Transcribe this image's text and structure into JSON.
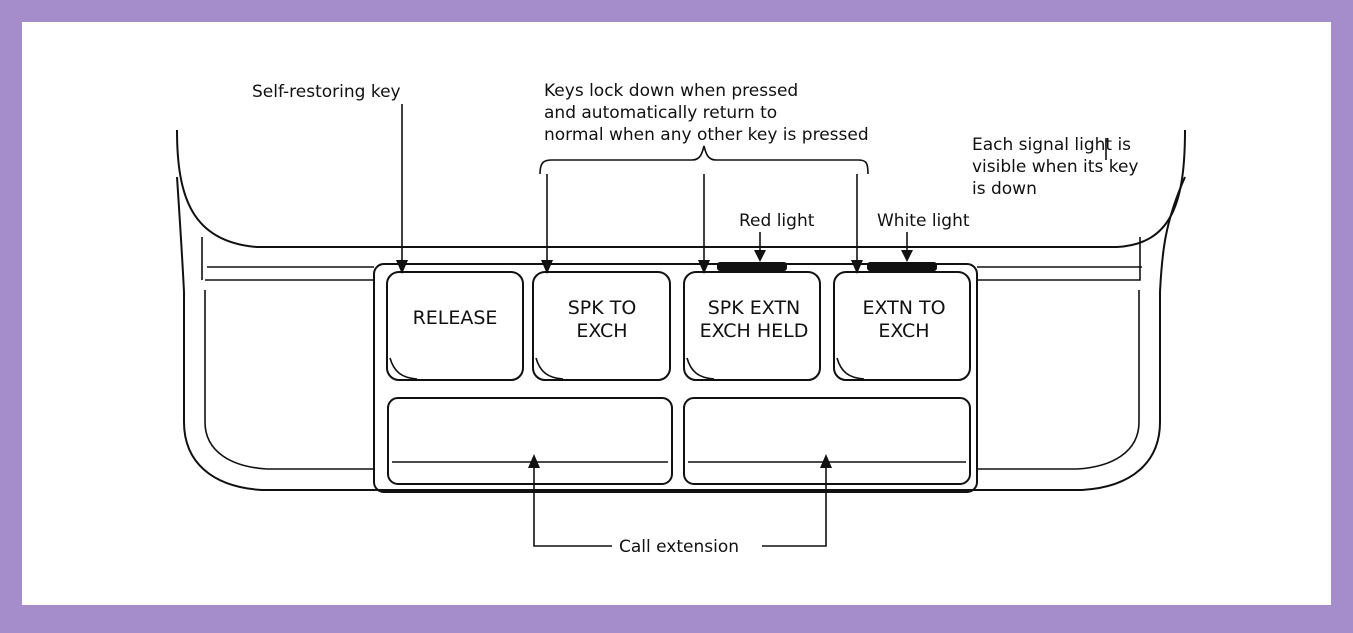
{
  "annotations": {
    "self_restoring": "Self-restoring key",
    "lock_keys": [
      "Keys lock down when pressed",
      "and automatically return to",
      "normal when any other key is pressed"
    ],
    "signal_light": [
      "Each signal light is",
      "visible when its key",
      "is down"
    ],
    "red_light": "Red light",
    "white_light": "White light",
    "call_extension": "Call extension"
  },
  "keys": {
    "release": [
      "RELEASE"
    ],
    "spk_to_exch": [
      "SPK TO",
      "EXCH"
    ],
    "spk_extn_exch_held": [
      "SPK EXTN",
      "EXCH HELD"
    ],
    "extn_to_exch": [
      "EXTN TO",
      "EXCH"
    ]
  },
  "colors": {
    "border": "#a58ccb",
    "background": "#ffffff",
    "line": "#111111"
  }
}
